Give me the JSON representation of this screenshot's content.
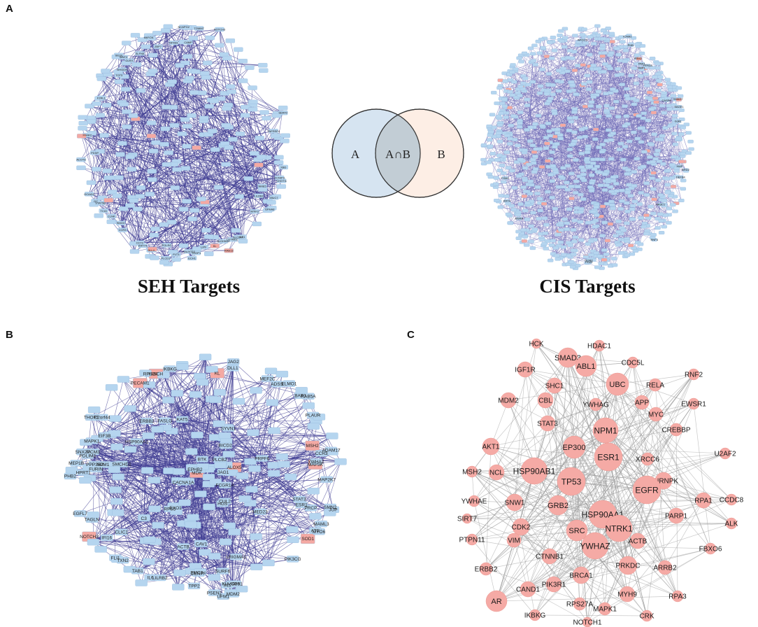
{
  "panels": {
    "a": {
      "letter": "A",
      "seh_title": "SEH Targets",
      "cis_title": "CIS Targets",
      "seh_labels": [
        "GALNT10",
        "MUC7",
        "LILRB2",
        "LIPF",
        "CCR3",
        "WNT2",
        "SLFN5",
        "NFKB1",
        "DLL4",
        "CHGTI1",
        "NOTCH3",
        "KCNIP3",
        "XBD",
        "RAB13",
        "NCAPG2",
        "SLC2A4",
        "F2RL1",
        "TCF3",
        "CAMP",
        "AMY2A",
        "POLRG",
        "LETMD1",
        "PLCD1",
        "FFAR2",
        "KL",
        "IGF1",
        "TNFRSF4",
        "SMOX",
        "KRT74",
        "ZBP7",
        "GLRX",
        "CLNK",
        "SERF2",
        "THOP1",
        "MTIF2",
        "ECH1",
        "ACOT8",
        "DHODH",
        "TOMM7",
        "ALDH9A1",
        "NME5",
        "EPHA8",
        "OCIAD2",
        "GC",
        "TCIO",
        "PDXP",
        "CCT2",
        "STAT5B",
        "FLT3",
        "SELB"
      ],
      "cis_labels": [
        "PDZ2",
        "WFDC3",
        "PRM2",
        "OCM2",
        "SAGE1",
        "BRD2",
        "DEFB4",
        "HTR2A",
        "KRT4",
        "RBP1",
        "MSRA",
        "GJA1",
        "TGM2",
        "ICAM1",
        "PHB",
        "RNF4",
        "SMAD7",
        "NR3C1",
        "XIAP",
        "PAK1",
        "CASP8"
      ]
    },
    "venn": {
      "label_a": "A",
      "label_b": "B",
      "label_intersection": "A∩B",
      "color_a": "#d6e4f1",
      "color_b": "#fdeee5"
    },
    "b": {
      "letter": "B",
      "labels": [
        "TPP2",
        "PPP3R2",
        "SNX27",
        "MAP2K7",
        "MEF2C",
        "IFI16",
        "FLI1",
        "BAP1",
        "PRCP",
        "RPS24",
        "C2orf44",
        "MAML3",
        "EIF3B",
        "ADSS",
        "HIBCH",
        "SOD1",
        "UFM1",
        "TXN2",
        "MYO6",
        "MSH2",
        "MAP3K",
        "NOTCH3",
        "PSEN2",
        "DLL1",
        "EGFL7",
        "FURIN",
        "HPRT1",
        "THOP1",
        "SMN2",
        "IL6",
        "PHB2",
        "RAB5A",
        "MEP1B",
        "TAGLN",
        "KIAA0391",
        "ELMO1",
        "INS",
        "PLAUR",
        "PIK3CG",
        "GP6",
        "MDK",
        "PECAM1",
        "ALOX5",
        "CCR3",
        "PDLIM3",
        "FCGR1A",
        "LILRB2",
        "CAV1",
        "MED23",
        "ADAM17",
        "BICD2",
        "CACNA1A",
        "JAG1",
        "JAG2",
        "C3",
        "KL",
        "ERBB2",
        "BTK",
        "JUP",
        "ATR",
        "FASLG",
        "SMC3",
        "EPHB2",
        "SURF6",
        "LRIGMA1",
        "KAT5",
        "HSP90AA1",
        "ESR1",
        "PLCB2",
        "CENPF",
        "MCM3",
        "TAB1",
        "SYVN1",
        "ACTB",
        "MAPK1",
        "NPM1",
        "RPS5",
        "STAT3",
        "CUL2",
        "HGS",
        "IKBKG",
        "EXO1",
        "SMCHD1",
        "CLIC1",
        "PRPF6",
        "MDM2",
        "YWHAZ"
      ],
      "highlight_labels": [
        "HIBCH",
        "SOD1",
        "MSH2",
        "MAP3K",
        "NOTCH3",
        "MDK",
        "PECAM1",
        "ALOX5",
        "KL"
      ]
    },
    "c": {
      "letter": "C",
      "nodes": [
        {
          "label": "HCK"
        },
        {
          "label": "SMAD3"
        },
        {
          "label": "HDAC1"
        },
        {
          "label": "ABL1"
        },
        {
          "label": "CDC5L"
        },
        {
          "label": "IGF1R"
        },
        {
          "label": "RNF2"
        },
        {
          "label": "RELA"
        },
        {
          "label": "UBC"
        },
        {
          "label": "SHC1"
        },
        {
          "label": "MDM2"
        },
        {
          "label": "CBL"
        },
        {
          "label": "APP"
        },
        {
          "label": "YWHAG"
        },
        {
          "label": "MYC"
        },
        {
          "label": "EWSR1"
        },
        {
          "label": "STAT3"
        },
        {
          "label": "NPM1"
        },
        {
          "label": "CREBBP"
        },
        {
          "label": "AKT1"
        },
        {
          "label": "EP300"
        },
        {
          "label": "U2AF2"
        },
        {
          "label": "XRCC6"
        },
        {
          "label": "HSP90AB1"
        },
        {
          "label": "ESR1"
        },
        {
          "label": "MSH2"
        },
        {
          "label": "NCL"
        },
        {
          "label": "TP53"
        },
        {
          "label": "HNRNPK"
        },
        {
          "label": "EGFR"
        },
        {
          "label": "YWHAE"
        },
        {
          "label": "CCDC8"
        },
        {
          "label": "RPA1"
        },
        {
          "label": "SNW1"
        },
        {
          "label": "GRB2"
        },
        {
          "label": "HSP90AA1"
        },
        {
          "label": "SIRT7"
        },
        {
          "label": "PARP1"
        },
        {
          "label": "CDK2"
        },
        {
          "label": "ALK"
        },
        {
          "label": "NTRK1"
        },
        {
          "label": "PTPN11"
        },
        {
          "label": "SRC"
        },
        {
          "label": "VIM"
        },
        {
          "label": "ACTB"
        },
        {
          "label": "YWHAZ"
        },
        {
          "label": "FBXO6"
        },
        {
          "label": "CTNNB1"
        },
        {
          "label": "PRKDC"
        },
        {
          "label": "ERBB2"
        },
        {
          "label": "BRCA1"
        },
        {
          "label": "ARRB2"
        },
        {
          "label": "PIK3R1"
        },
        {
          "label": "AR"
        },
        {
          "label": "CAND1"
        },
        {
          "label": "MYH9"
        },
        {
          "label": "RPA3"
        },
        {
          "label": "RPS27A"
        },
        {
          "label": "MAPK1"
        },
        {
          "label": "CRK"
        },
        {
          "label": "IKBKG"
        },
        {
          "label": "NOTCH1"
        }
      ],
      "node_color": "#f5aaa5",
      "edge_color": "#9c9c9c"
    },
    "colors": {
      "node_blue": "#b5d5ef",
      "node_pink": "#f4a9a3",
      "edge_purple": "#3f3c93",
      "edge_gray": "#a6a6a6"
    }
  }
}
